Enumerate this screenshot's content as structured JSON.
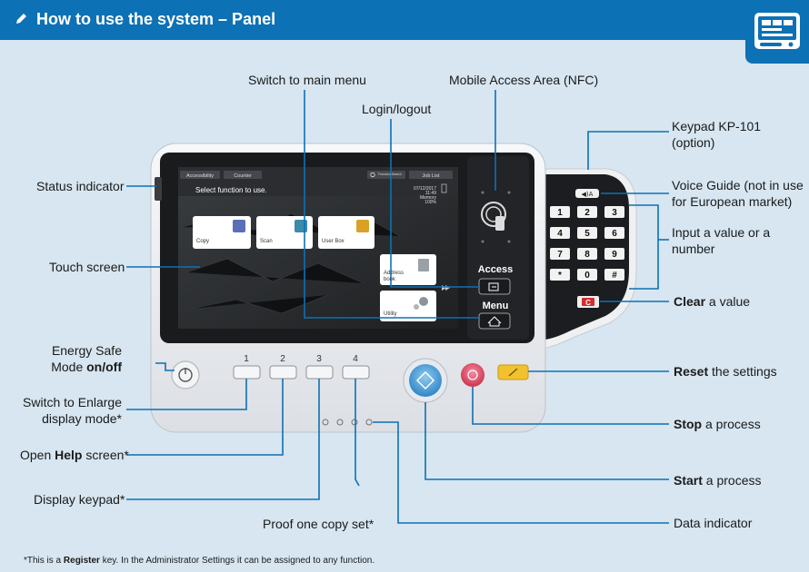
{
  "header": {
    "title": "How to use the system – Panel",
    "pencil_icon": "pencil-icon",
    "badge_icon": "control-panel-icon"
  },
  "colors": {
    "header_blue": "#0d71b5",
    "background": "#d7e6f1",
    "callout_line": "#0d71b5",
    "start_button": "#4aa3dc",
    "stop_button": "#e0506a",
    "reset_button": "#f2c12e",
    "clear_key": "#d42d2d"
  },
  "callouts": {
    "switch_main_menu": "Switch to main menu",
    "mobile_access": "Mobile Access Area (NFC)",
    "login_logout": "Login/logout",
    "status_indicator": "Status indicator",
    "touch_screen": "Touch screen",
    "energy_save_line1": "Energy Safe",
    "energy_save_line2_pre": "Mode ",
    "energy_save_line2_bold": "on/off",
    "enlarge_line1": "Switch to Enlarge",
    "enlarge_line2": "display mode*",
    "help_pre": "Open ",
    "help_bold": "Help",
    "help_post": " screen*",
    "display_keypad": "Display keypad*",
    "proof_copy": "Proof one copy set*",
    "keypad_line1": "Keypad KP-101",
    "keypad_line2": "(option)",
    "voice_line1": "Voice Guide (not in use",
    "voice_line2": "for European market)",
    "input_line1": "Input a value or a",
    "input_line2": "number",
    "clear_bold": "Clear",
    "clear_post": " a value",
    "reset_bold": "Reset",
    "reset_post": " the settings",
    "stop_bold": "Stop",
    "stop_post": " a process",
    "start_bold": "Start",
    "start_post": " a process",
    "data_indicator": "Data indicator"
  },
  "footnote": {
    "pre": "*This is a ",
    "bold": "Register",
    "post": " key. In the Administrator Settings it can be assigned to any function."
  },
  "screen": {
    "tab_accessibility": "Accessibility",
    "tab_counter": "Counter",
    "tab_search": "Function Search",
    "tab_job_list": "Job List",
    "message": "Select function to use.",
    "date": "07/12/2017",
    "time": "11:49",
    "memory_label": "Memory",
    "memory_value": "100%",
    "tile_copy": "Copy",
    "tile_scan": "Scan",
    "tile_user_box": "User Box",
    "tile_address_line1": "Address",
    "tile_address_line2": "book",
    "tile_utility": "Utility"
  },
  "panel": {
    "access_label": "Access",
    "menu_label": "Menu",
    "register_keys": [
      "1",
      "2",
      "3",
      "4"
    ],
    "keypad_keys": [
      "1",
      "2",
      "3",
      "4",
      "5",
      "6",
      "7",
      "8",
      "9",
      "*",
      "0",
      "#"
    ],
    "clear_key": "C"
  }
}
